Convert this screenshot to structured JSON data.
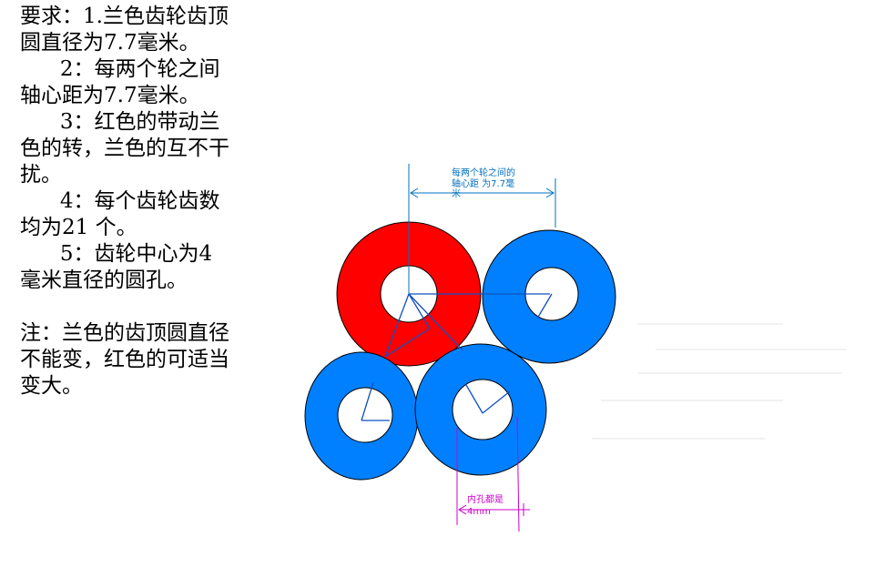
{
  "requirements": {
    "lines": [
      "要求：1.兰色齿轮齿顶",
      "圆直径为7.7毫米。",
      "      2：每两个轮之间",
      "轴心距为7.7毫米。",
      "      3：红色的带动兰",
      "色的转，兰色的互不干",
      "扰。",
      "      4：每个齿轮齿数",
      "均为21 个。",
      "      5：齿轮中心为4",
      "毫米直径的圆孔。"
    ],
    "note_lines": [
      "注：兰色的齿顶圆直径",
      "不能变，红色的可适当",
      "变大。"
    ]
  },
  "diagram": {
    "distance_label_lines": [
      "每两个轮之间的",
      "轴心距  为7.7毫",
      "米"
    ],
    "hole_label_lines": [
      "内孔都是",
      "4mm"
    ],
    "colors": {
      "red_gear": "#ff0000",
      "blue_gear": "#0080ff",
      "hole": "#ffffff",
      "outline": "#000000",
      "dimension_line": "#0070c0",
      "center_line": "#1050c0",
      "hole_dimension": "#cc00cc"
    }
  }
}
